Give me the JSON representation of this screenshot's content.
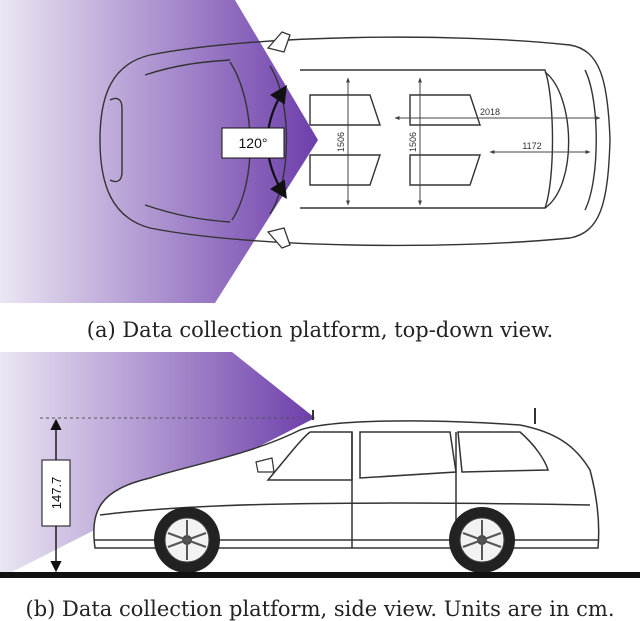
{
  "top_view": {
    "fov_label": "120°",
    "dimensions": {
      "width_a": "1506",
      "width_b": "1506",
      "length": "2018",
      "rear": "1172"
    },
    "caption": "(a) Data collection platform, top-down view."
  },
  "side_view": {
    "height_label": "147.7",
    "caption": "(b) Data collection platform, side view. Units are in cm."
  },
  "colors": {
    "fov_light": "#ebe6f3",
    "fov_dark": "#6d3eab",
    "line": "#333333",
    "ground": "#111111"
  }
}
